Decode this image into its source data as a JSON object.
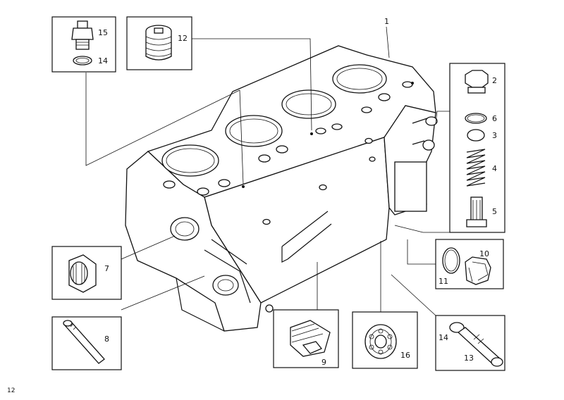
{
  "page_number": "12",
  "callouts": {
    "block": "1",
    "bolt_hex": "2",
    "washer_small": "3",
    "spring": "4",
    "bolt_long": "5",
    "oring": "6",
    "plug_flange": "7",
    "dowel_pin": "8",
    "plug_socket": "9",
    "plug_hex": "10",
    "seal_ring": "11",
    "plug_threaded": "12",
    "pin_headed": "13",
    "washer_pin": "14",
    "nipple": "15",
    "washer_nipple": "14",
    "bearing": "16"
  },
  "colors": {
    "ink": "#111111",
    "paper": "#ffffff"
  }
}
